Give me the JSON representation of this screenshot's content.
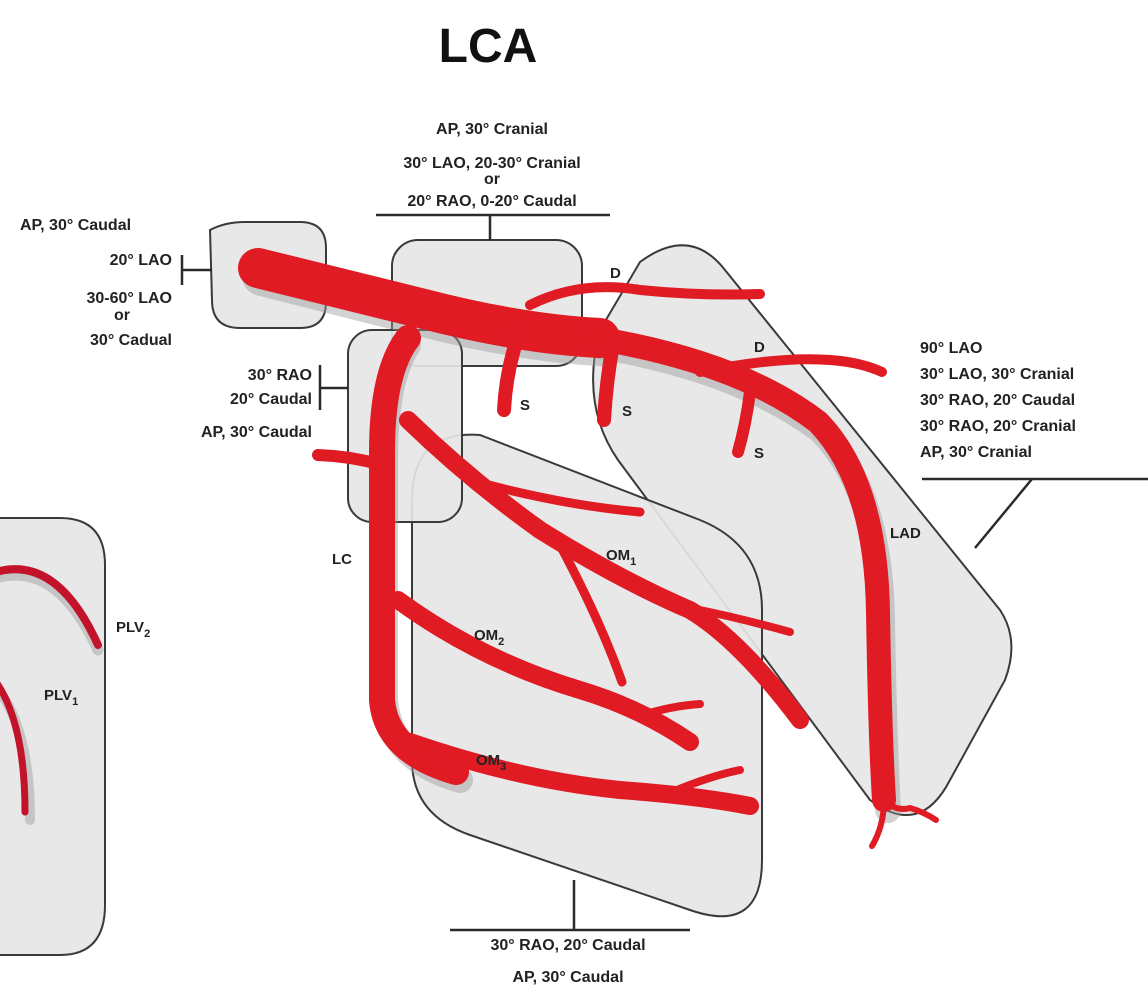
{
  "title": "LCA",
  "colors": {
    "vessel": "#e01b24",
    "vessel_dark": "#c2132b",
    "region_fill": "#e6e6e6",
    "region_stroke": "#3a3a3a"
  },
  "views": {
    "left_main": {
      "l1": "AP, 30° Caudal",
      "l2": "20° LAO",
      "l3": "30-60° LAO",
      "l4": "or",
      "l5": "30° Cadual"
    },
    "bifurcation": {
      "l1": "AP, 30° Cranial",
      "l2": "30° LAO, 20-30° Cranial",
      "l3": "or",
      "l4": "20° RAO, 0-20° Caudal"
    },
    "proximal_lcx": {
      "l1": "30° RAO",
      "l2": "20° Caudal",
      "l3": "AP, 30° Caudal"
    },
    "lad": {
      "l1": "90° LAO",
      "l2": "30° LAO, 30° Cranial",
      "l3": "30° RAO, 20° Caudal",
      "l4": "30° RAO, 20° Cranial",
      "l5": "AP, 30° Cranial"
    },
    "lcx": {
      "l1": "30° RAO, 20° Caudal",
      "l2": "AP, 30° Caudal"
    }
  },
  "vessels": {
    "diagonal": "D",
    "septal": "S",
    "lad": "LAD",
    "lc": "LC",
    "om1": {
      "base": "OM",
      "sub": "1"
    },
    "om2": {
      "base": "OM",
      "sub": "2"
    },
    "om3": {
      "base": "OM",
      "sub": "3"
    },
    "plv1": {
      "base": "PLV",
      "sub": "1"
    },
    "plv2": {
      "base": "PLV",
      "sub": "2"
    }
  }
}
